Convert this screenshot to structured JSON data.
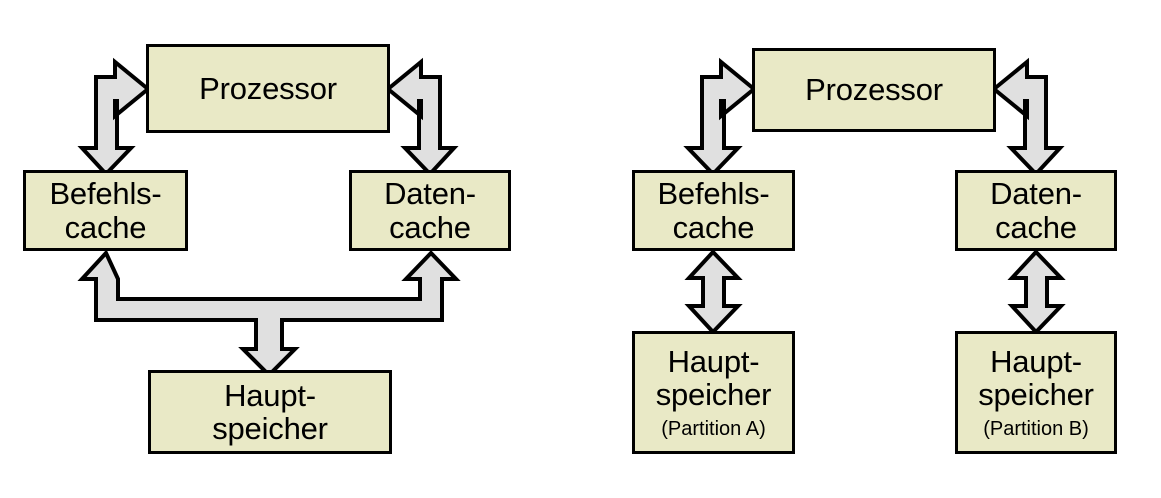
{
  "figure": {
    "kind": "block-diagram",
    "title_text": "",
    "box_fill": "#e9e9c6",
    "box_stroke": "#000000",
    "arrow_fill": "#e0e0e0",
    "arrow_stroke": "#000000",
    "background": "#ffffff"
  },
  "left_diagram": {
    "name": "harvard-architecture-shared-memory",
    "nodes": [
      {
        "id": "processor",
        "label": "Prozessor",
        "sublabel": ""
      },
      {
        "id": "instruction-cache",
        "label": "Befehls-\ncache",
        "sublabel": ""
      },
      {
        "id": "data-cache",
        "label": "Daten-\ncache",
        "sublabel": ""
      },
      {
        "id": "main-memory",
        "label": "Haupt-\nspeicher",
        "sublabel": ""
      }
    ],
    "connectors": [
      {
        "id": "processor-instruction-cache",
        "type": "elbow-double-arrow",
        "direction": "left-down"
      },
      {
        "id": "processor-data-cache",
        "type": "elbow-double-arrow",
        "direction": "right-down"
      },
      {
        "id": "caches-main-memory",
        "type": "tee-triple-arrow",
        "direction": "up-up-down"
      }
    ]
  },
  "right_diagram": {
    "name": "harvard-architecture-partitioned-memory",
    "nodes": [
      {
        "id": "processor",
        "label": "Prozessor",
        "sublabel": ""
      },
      {
        "id": "instruction-cache",
        "label": "Befehls-\ncache",
        "sublabel": ""
      },
      {
        "id": "data-cache",
        "label": "Daten-\ncache",
        "sublabel": ""
      },
      {
        "id": "main-memory-a",
        "label": "Haupt-\nspeicher",
        "sublabel": "(Partition A)"
      },
      {
        "id": "main-memory-b",
        "label": "Haupt-\nspeicher",
        "sublabel": "(Partition B)"
      }
    ],
    "connectors": [
      {
        "id": "processor-instruction-cache",
        "type": "elbow-double-arrow",
        "direction": "left-down"
      },
      {
        "id": "processor-data-cache",
        "type": "elbow-double-arrow",
        "direction": "right-down"
      },
      {
        "id": "instruction-cache-memory-a",
        "type": "vertical-double-arrow",
        "direction": "up-down"
      },
      {
        "id": "data-cache-memory-b",
        "type": "vertical-double-arrow",
        "direction": "up-down"
      }
    ]
  }
}
